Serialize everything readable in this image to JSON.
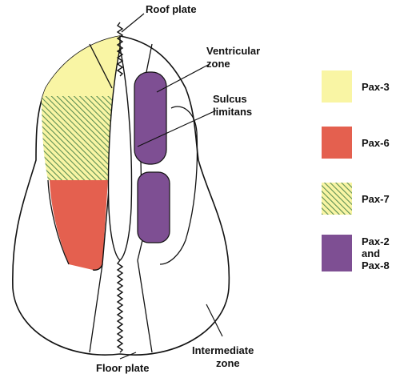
{
  "labels": {
    "roof_plate": "Roof plate",
    "ventricular_zone": [
      "Ventricular",
      "zone"
    ],
    "sulcus_limitans": [
      "Sulcus",
      "limitans"
    ],
    "floor_plate": "Floor plate",
    "intermediate_zone": [
      "Intermediate",
      "zone"
    ]
  },
  "legend": [
    {
      "label": [
        "Pax-3"
      ],
      "color": "#f9f5a4",
      "pattern": "solid"
    },
    {
      "label": [
        "Pax-6"
      ],
      "color": "#e4604f",
      "pattern": "solid"
    },
    {
      "label": [
        "Pax-7"
      ],
      "color": "#5d8f54",
      "pattern": "hatched"
    },
    {
      "label": [
        "Pax-2",
        "and",
        "Pax-8"
      ],
      "color": "#7e4f93",
      "pattern": "solid"
    }
  ]
}
